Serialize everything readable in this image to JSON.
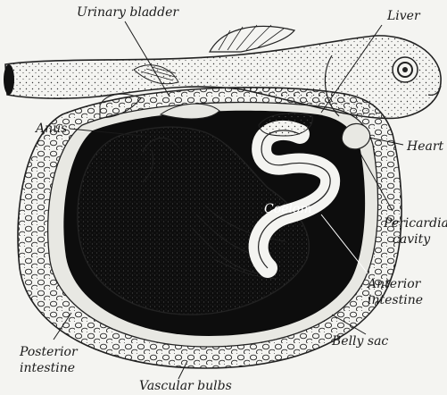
{
  "labels": {
    "urinary_bladder": "Urinary bladder",
    "liver": "Liver",
    "anus": "Anus",
    "heart": "Heart",
    "coelom": "Coelom",
    "pericardial_1": "Pericardial",
    "pericardial_2": "cavity",
    "anterior_1": "Anterior",
    "anterior_2": "intestine",
    "belly_sac": "Belly sac",
    "posterior_1": "Posterior",
    "posterior_2": "intestine",
    "vascular_bulbs": "Vascular bulbs"
  },
  "colors": {
    "ink": "#1a1a1a",
    "paper": "#f4f4f1",
    "cavity": "#0d0d0d"
  }
}
